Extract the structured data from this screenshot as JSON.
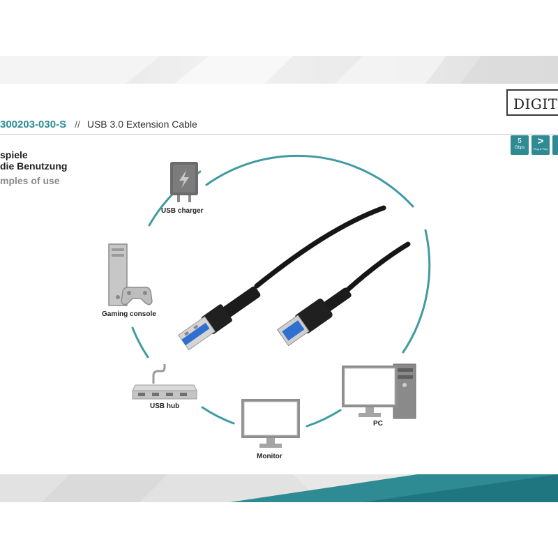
{
  "header": {
    "article_number": "300203-030-S",
    "separator": "//",
    "product_title": "USB 3.0 Extension Cable",
    "logo_text": "DIGITU"
  },
  "badges": {
    "speed_value": "5",
    "speed_unit": "Gbps",
    "plug_glyph": ">",
    "plug_text": "Plug & Play"
  },
  "section": {
    "heading_de_line1": "spiele",
    "heading_de_line2": "die Benutzung",
    "heading_en": "mples of use"
  },
  "devices": {
    "charger": "USB charger",
    "console": "Gaming console",
    "hub": "USB hub",
    "monitor": "Monitor",
    "pc": "PC"
  },
  "icons": {
    "charger": "usb-charger-icon",
    "console": "gaming-console-icon",
    "hub": "usb-hub-icon",
    "monitor": "monitor-icon",
    "pc": "pc-icon",
    "cable": "usb-extension-cable"
  },
  "colors": {
    "accent": "#2e8a93",
    "circle": "#3f9aa1",
    "cable": "#1a1a1a",
    "usb3_blue": "#2f6fd0"
  }
}
